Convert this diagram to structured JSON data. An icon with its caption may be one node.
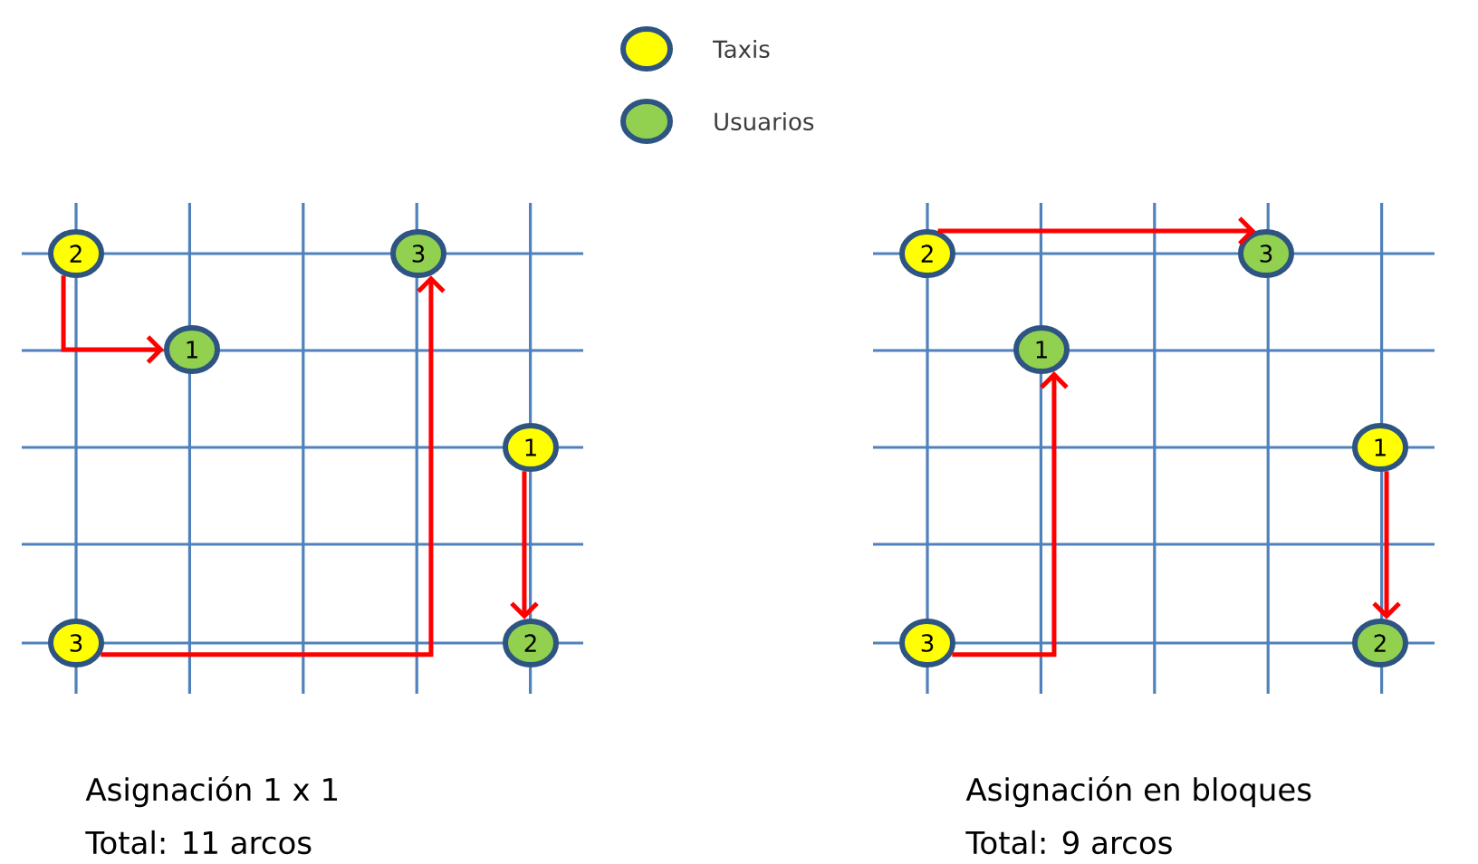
{
  "diagram": {
    "nodes": [
      {
        "text": [
          "2"
        ]
      },
      {
        "text": [
          "1"
        ]
      },
      {
        "text": [
          "3"
        ]
      },
      {
        "text": [
          "1"
        ]
      },
      {
        "text": [
          "3"
        ]
      },
      {
        "text": [
          "2"
        ]
      },
      {
        "text": [
          "2"
        ]
      },
      {
        "text": [
          "3"
        ]
      },
      {
        "text": [
          "1"
        ]
      },
      {
        "text": [
          "1"
        ]
      },
      {
        "text": [
          "3"
        ]
      },
      {
        "text": [
          "2"
        ]
      }
    ],
    "edges": [
      {
        "from": 0,
        "to": 1,
        "arrow": "to"
      },
      {
        "from": 4,
        "to": 2,
        "arrow": "to"
      },
      {
        "from": 3,
        "to": 5,
        "arrow": "to"
      },
      {
        "from": 6,
        "to": 7,
        "arrow": "to"
      },
      {
        "from": 10,
        "to": 8,
        "arrow": "to"
      },
      {
        "from": 9,
        "to": 11,
        "arrow": "to"
      }
    ],
    "labels": [
      "Asignación 1 x 1",
      "Total: 11 arcos",
      "Asignación en bloques",
      "Total: 9 arcos"
    ],
    "legend": [
      {
        "text": "Taxis",
        "color": "#ffff00"
      },
      {
        "text": "Usuarios",
        "color": "#92d050"
      }
    ]
  }
}
